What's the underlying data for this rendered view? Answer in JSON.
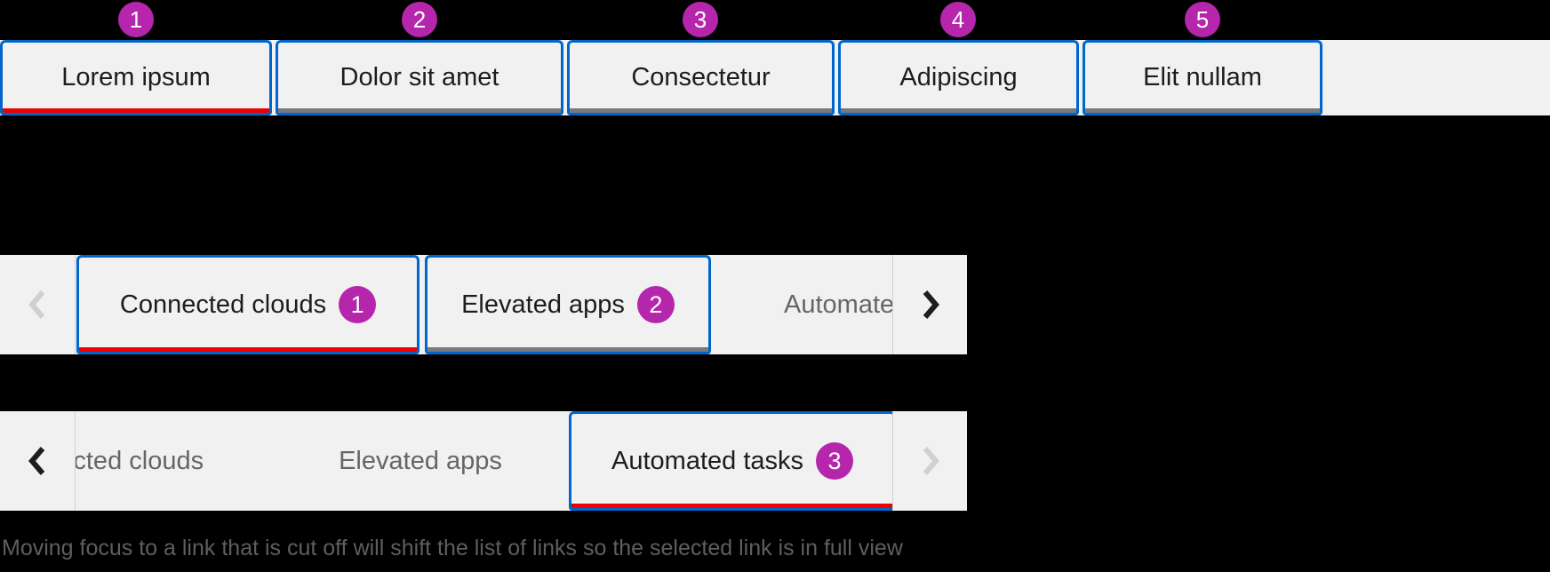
{
  "colors": {
    "accent_blue": "#0066cc",
    "active_underline_red": "#ee0000",
    "badge_magenta": "#b526ac",
    "bar_background": "#f1f1f1",
    "inactive_underline_gray": "#76797d",
    "divider_gray": "#d2d2d2",
    "text_dark": "#1b1d21",
    "text_muted": "#63666a",
    "disabled_gray": "#d0d0d0",
    "caption_gray": "#5c5f62",
    "page_background": "#000000"
  },
  "annotation_badges": [
    "1",
    "2",
    "3",
    "4",
    "5"
  ],
  "top_tab_bar": {
    "tabs": [
      {
        "label": "Lorem ipsum",
        "state": "active-focused"
      },
      {
        "label": "Dolor sit amet",
        "state": "focused"
      },
      {
        "label": "Consectetur",
        "state": "focused"
      },
      {
        "label": "Adipiscing",
        "state": "focused"
      },
      {
        "label": "Elit nullam",
        "state": "focused"
      }
    ]
  },
  "scroll_tab_bar_1": {
    "left_scroll": {
      "icon": "chevron-left",
      "disabled": true
    },
    "right_scroll": {
      "icon": "chevron-right",
      "disabled": false
    },
    "tabs": [
      {
        "label": "Connected clouds",
        "badge": "1",
        "state": "active-focused"
      },
      {
        "label": "Elevated apps",
        "badge": "2",
        "state": "focused"
      },
      {
        "label": "Automated tasks",
        "state": "clipped"
      }
    ]
  },
  "scroll_tab_bar_2": {
    "left_scroll": {
      "icon": "chevron-left",
      "disabled": false
    },
    "right_scroll": {
      "icon": "chevron-right",
      "disabled": true
    },
    "tabs": [
      {
        "label": "Connected clouds",
        "state": "clipped"
      },
      {
        "label": "Elevated apps",
        "state": "inactive"
      },
      {
        "label": "Automated tasks",
        "badge": "3",
        "state": "active-focused"
      }
    ]
  },
  "caption": "Moving focus to a link that is cut off will shift the list of links so the selected link is in full view"
}
